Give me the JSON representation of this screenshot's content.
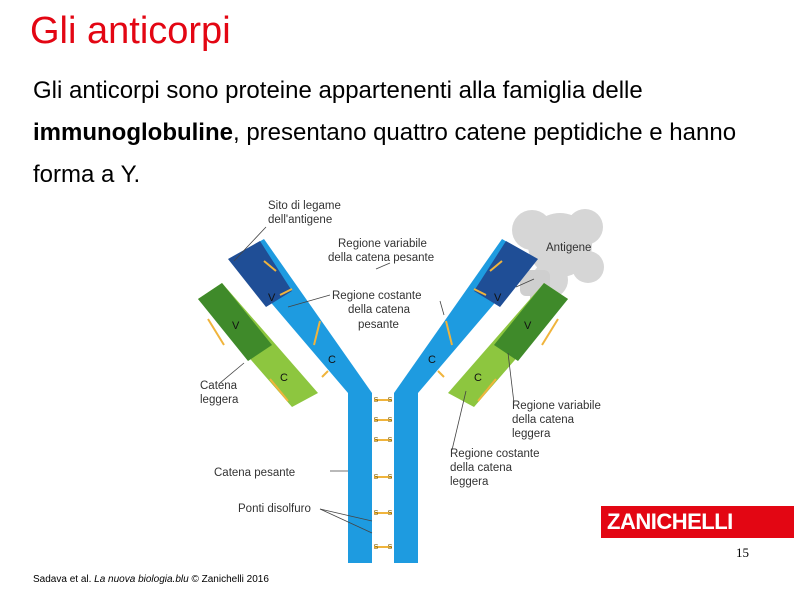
{
  "slide": {
    "title": "Gli anticorpi",
    "intro": {
      "part1": "Gli anticorpi sono proteine appartenenti alla famiglia delle ",
      "bold": "immunoglobuline",
      "part2": ", presentano quattro catene peptidiche e hanno forma a Y."
    },
    "page_number": "15",
    "credit": {
      "prefix": "Sadava et al. ",
      "italic": "La nuova biologia.blu",
      "suffix": " © Zanichelli 2016"
    },
    "logo_text": "ZANICHELLI"
  },
  "figure": {
    "labels": {
      "binding_site_1": "Sito di legame",
      "binding_site_2": "dell'antigene",
      "antigen": "Antigene",
      "var_heavy_1": "Regione variabile",
      "var_heavy_2": "della catena pesante",
      "const_heavy_1": "Regione costante",
      "const_heavy_2": "della catena",
      "const_heavy_3": "pesante",
      "light_chain_1": "Catena",
      "light_chain_2": "leggera",
      "heavy_chain": "Catena pesante",
      "disulfide": "Ponti disolfuro",
      "var_light_1": "Regione variabile",
      "var_light_2": "della catena",
      "var_light_3": "leggera",
      "const_light_1": "Regione costante",
      "const_light_2": "della catena",
      "const_light_3": "leggera"
    },
    "domains": {
      "variable": "V",
      "constant": "C"
    },
    "sulfur": "S",
    "colors": {
      "heavy_constant": "#1e9be0",
      "heavy_variable": "#1f4e96",
      "light_constant": "#8dc63f",
      "light_variable": "#3f8a2a",
      "bridge": "#f0b43c",
      "antigen": "#d9d9d9"
    }
  }
}
